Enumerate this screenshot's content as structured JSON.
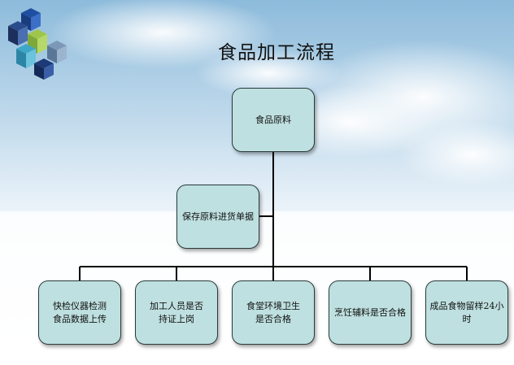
{
  "title": "食品加工流程",
  "root": {
    "label": "食品原料"
  },
  "side": {
    "label": "保存原料进货单据"
  },
  "children": [
    {
      "label": "快检仪器检测\n食品数据上传"
    },
    {
      "label": "加工人员是否\n持证上岗"
    },
    {
      "label": "食堂环境卫生\n是否合格"
    },
    {
      "label": "烹饪辅料是否合格"
    },
    {
      "label": "成品食物留样24小时"
    }
  ],
  "colors": {
    "node_fill": "#bfe0e0",
    "node_border": "#2a3a3a",
    "connector": "#000000",
    "sky": "#8fbcdc"
  }
}
